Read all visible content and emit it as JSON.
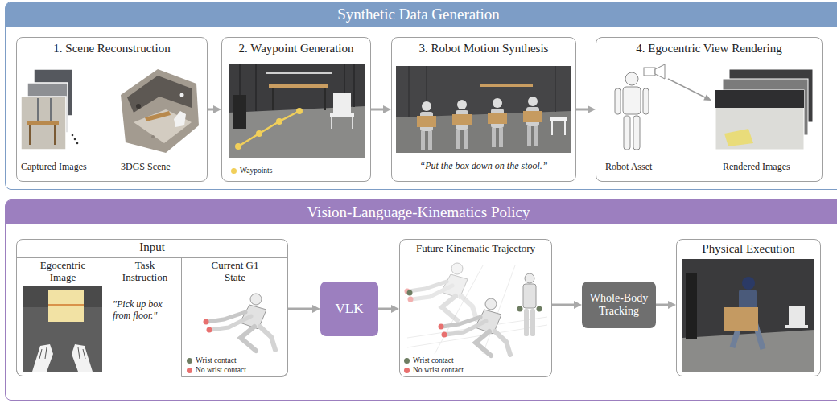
{
  "diagram": {
    "nodes": [
      {
        "text": [
          "Synthetic Data Generation"
        ]
      },
      {
        "text": [
          "1. Scene Reconstruction",
          "Captured Images",
          "3DGS Scene"
        ],
        "in": 0
      },
      {
        "text": [
          "2. Waypoint Generation"
        ],
        "in": 0
      },
      {
        "text": [
          "3. Robot Motion Synthesis",
          "“Put the box down on the stool.”"
        ],
        "in": 0
      },
      {
        "text": [
          "4. Egocentric View Rendering",
          "Robot Asset",
          "Rendered Images"
        ],
        "in": 0
      },
      {
        "text": [
          "Vision-Language-Kinematics Policy"
        ]
      },
      {
        "text": [
          "Input"
        ],
        "in": 5
      },
      {
        "text": [
          "Egocentric Image"
        ],
        "in": 6
      },
      {
        "text": [
          "Task Instruction",
          "\"Pick up box from floor.\""
        ],
        "in": 6
      },
      {
        "text": [
          "Current G1 State"
        ],
        "in": 6
      },
      {
        "text": [
          "VLK"
        ],
        "in": 5
      },
      {
        "text": [
          "Future Kinematic Trajectory"
        ],
        "in": 5
      },
      {
        "text": [
          "Whole-Body Tracking"
        ],
        "in": 5
      },
      {
        "text": [
          "Physical Execution"
        ],
        "in": 5
      }
    ],
    "edges": [
      {
        "from": 1,
        "to": 2,
        "arrow": "to"
      },
      {
        "from": 2,
        "to": 3,
        "arrow": "to"
      },
      {
        "from": 3,
        "to": 4,
        "arrow": "to"
      },
      {
        "from": 6,
        "to": 10,
        "arrow": "to"
      },
      {
        "from": 10,
        "to": 11,
        "arrow": "to"
      },
      {
        "from": 11,
        "to": 12,
        "arrow": "to"
      },
      {
        "from": 12,
        "to": 13,
        "arrow": "to"
      }
    ],
    "legend": [
      {
        "text": "Waypoints",
        "color": "#f1cf5a"
      },
      {
        "text": "Wrist contact",
        "color": "#6e7d62"
      },
      {
        "text": "No wrist contact",
        "color": "#e8706f"
      },
      {
        "text": "Wrist contact",
        "color": "#6e7d62"
      },
      {
        "text": "No wrist contact",
        "color": "#e8706f"
      }
    ]
  }
}
